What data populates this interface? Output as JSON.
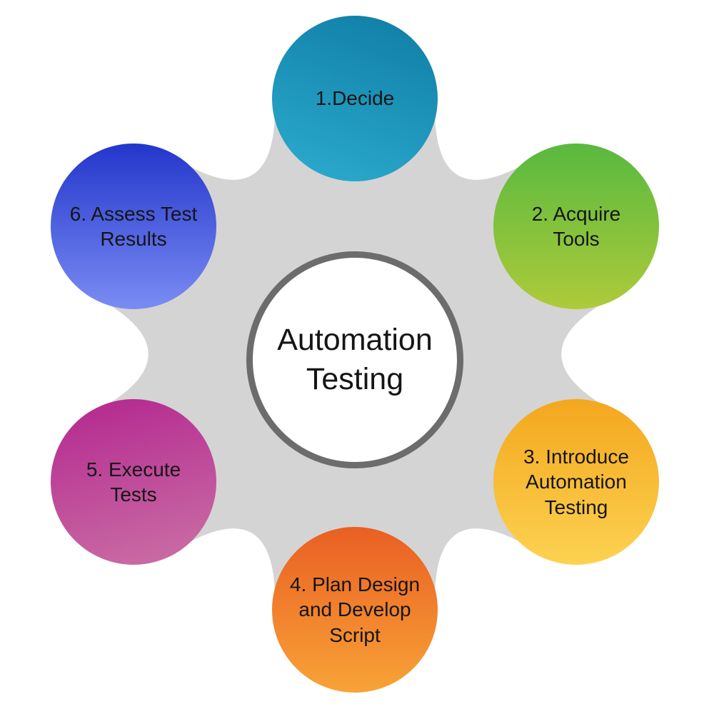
{
  "diagram": {
    "hub": {
      "label": "Automation\nTesting"
    },
    "steps": [
      {
        "label": "1.Decide",
        "color_top": "#0f7ca4",
        "color_bottom": "#2caccf",
        "gradient_angle": 200
      },
      {
        "label": "2. Acquire\nTools",
        "color_top": "#58b93f",
        "color_bottom": "#aeca3a",
        "gradient_angle": 180
      },
      {
        "label": "3. Introduce\nAutomation\nTesting",
        "color_top": "#f4a71e",
        "color_bottom": "#fcd251",
        "gradient_angle": 180
      },
      {
        "label": "4. Plan Design\nand Develop\nScript",
        "color_top": "#e95f23",
        "color_bottom": "#f8a337",
        "gradient_angle": 180
      },
      {
        "label": "5. Execute\nTests",
        "color_top": "#b3268f",
        "color_bottom": "#cb71a5",
        "gradient_angle": 165
      },
      {
        "label": "6. Assess Test\nResults",
        "color_top": "#2336cb",
        "color_bottom": "#7a8cf3",
        "gradient_angle": 180
      }
    ],
    "colors": {
      "background": "#ffffff",
      "blob": "#d4d4d4",
      "hub_fill": "#ffffff",
      "hub_border": "#6c6c6c",
      "text": "#151515"
    }
  }
}
